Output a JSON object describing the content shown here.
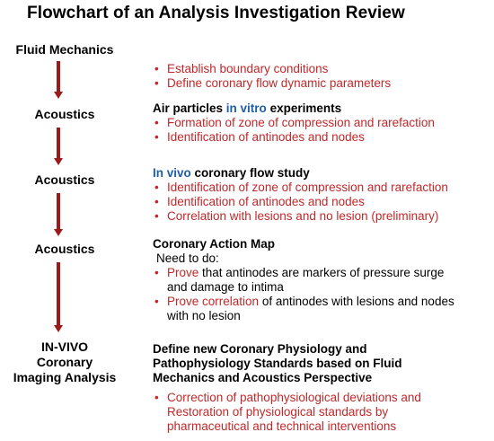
{
  "title": "Flowchart of an Analysis Investigation Review",
  "stages": [
    "Fluid Mechanics",
    "Acoustics",
    "Acoustics",
    "Acoustics",
    "IN-VIVO",
    "Coronary",
    "Imaging Analysis"
  ],
  "block1": {
    "items": [
      "Establish boundary conditions",
      "Define coronary flow dynamic parameters"
    ]
  },
  "block2": {
    "heading_a": "Air particles ",
    "heading_b": "in vitro",
    "heading_c": " experiments",
    "items": [
      "Formation of zone of compression and rarefaction",
      "Identification of antinodes and nodes"
    ]
  },
  "block3": {
    "heading_a": "In vivo",
    "heading_b": " coronary flow study",
    "items": [
      "Identification of zone of compression and rarefaction",
      "Identification of antinodes and nodes",
      "Correlation with lesions and no lesion (preliminary)"
    ]
  },
  "block4": {
    "heading": "Coronary Action Map",
    "subheading": "Need to do:",
    "item1_red": "Prove",
    "item1_black_line1": " that antinodes are markers of pressure surge",
    "item1_black_line2": "and damage to intima",
    "item2_red": "Prove correlation",
    "item2_black_line1": " of antinodes with lesions and nodes",
    "item2_black_line2": "with no lesion"
  },
  "block5": {
    "heading_lines": [
      "Define new Coronary Physiology and",
      "Pathophysiology Standards based on Fluid",
      "Mechanics and Acoustics Perspective"
    ],
    "item_lines": [
      "Correction of pathophysiological deviations and",
      "Restoration of physiological standards by",
      "pharmaceutical and technical interventions"
    ]
  },
  "colors": {
    "arrow": "#9b1b1b",
    "bullet_text": "#c0282a",
    "highlight": "#1f5fa8"
  }
}
